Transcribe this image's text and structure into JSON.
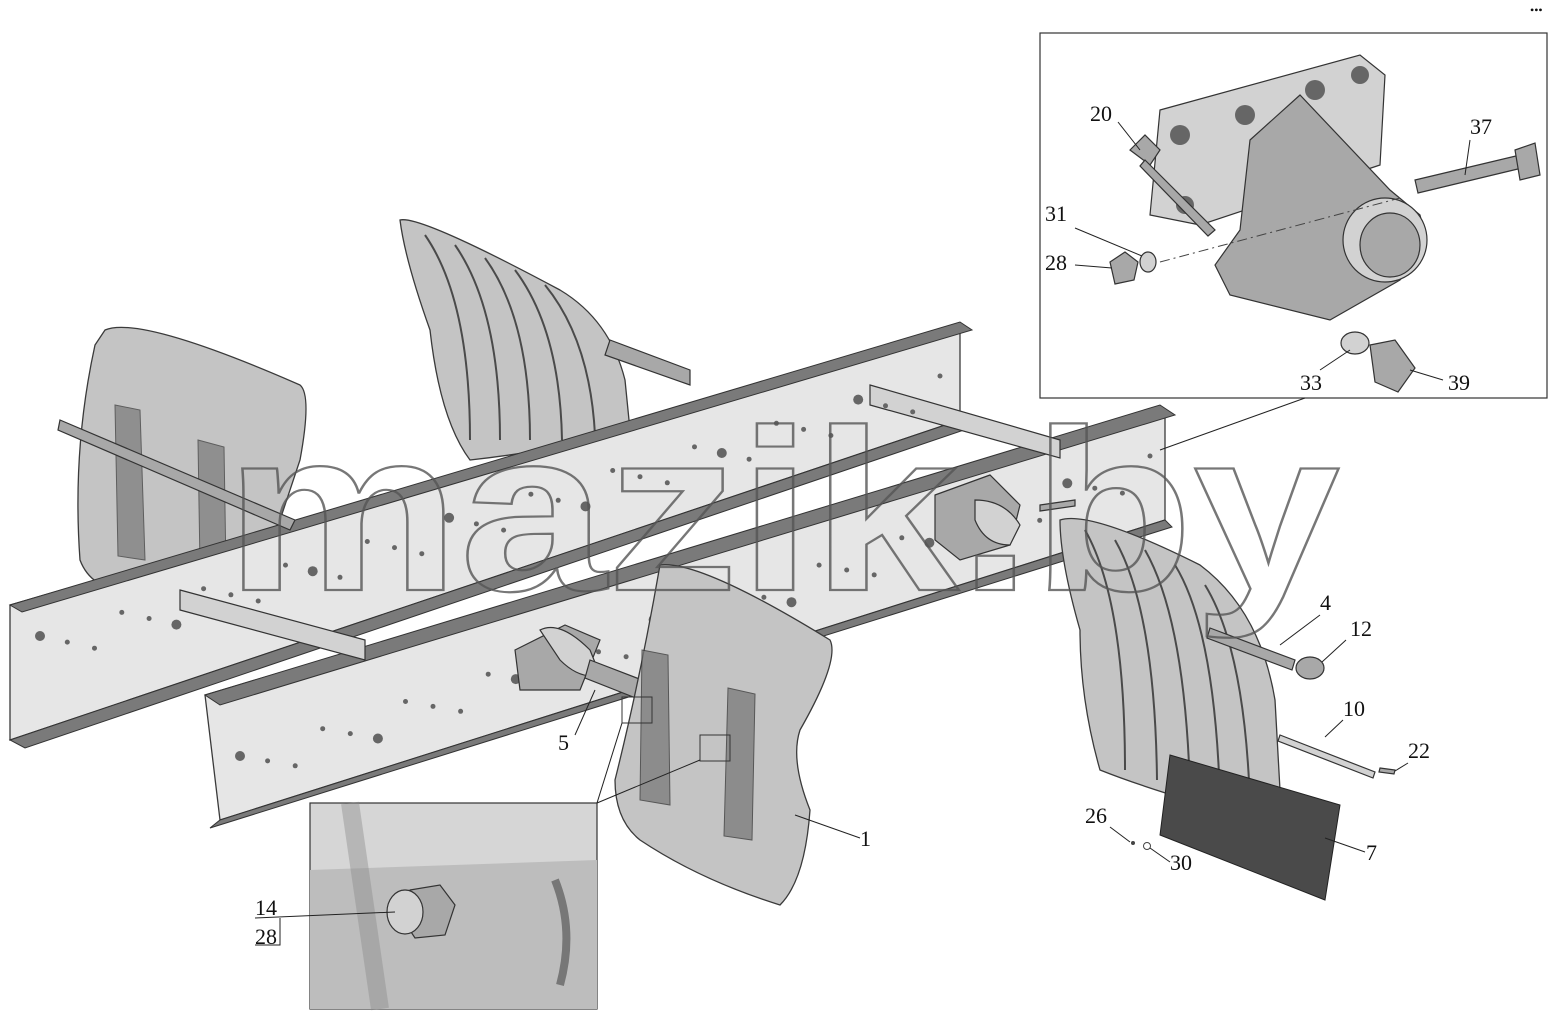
{
  "watermark": "mazik.by",
  "corner_mark": "•••",
  "callouts": {
    "c20": "20",
    "c37": "37",
    "c31": "31",
    "c28a": "28",
    "c33": "33",
    "c39": "39",
    "c4": "4",
    "c12": "12",
    "c10": "10",
    "c22": "22",
    "c5": "5",
    "c1": "1",
    "c26": "26",
    "c30": "30",
    "c7": "7",
    "c14": "14",
    "c28b": "28"
  }
}
